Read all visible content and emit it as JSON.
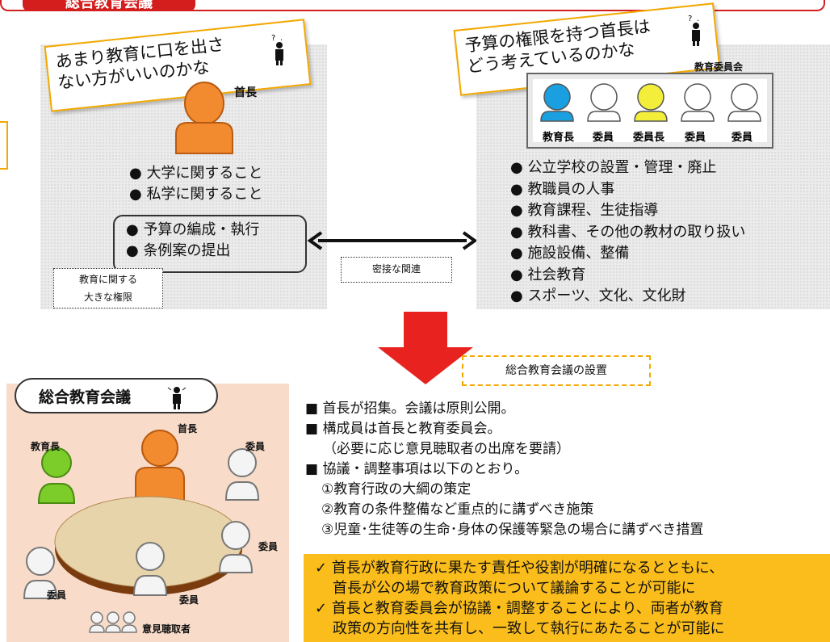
{
  "banner": {
    "title": "総合教育会議"
  },
  "left_bubble": {
    "line1": "あまり教育に口を出さ",
    "line2": "ない方がいいのかな"
  },
  "right_bubble": {
    "line1": "予算の権限を持つ首長は",
    "line2": "どう考えているのかな"
  },
  "mayor": {
    "label": "首長"
  },
  "mayor_items": [
    "大学に関すること",
    "私学に関すること"
  ],
  "budget_items": [
    "予算の編成・執行",
    "条例案の提出"
  ],
  "power_note": {
    "line1": "教育に関する",
    "line2": "大きな権限"
  },
  "relation": {
    "label": "密接な関連"
  },
  "board": {
    "title": "教育委員会",
    "members": [
      {
        "label": "教育長",
        "color": "#1aa0e0"
      },
      {
        "label": "委員",
        "color": "#ffffff"
      },
      {
        "label": "委員長",
        "color": "#f2ee3a"
      },
      {
        "label": "委員",
        "color": "#ffffff"
      },
      {
        "label": "委員",
        "color": "#ffffff"
      }
    ],
    "items": [
      "公立学校の設置・管理・廃止",
      "教職員の人事",
      "教育課程、生徒指導",
      "教科書、その他の教材の取り扱い",
      "施設設備、整備",
      "社会教育",
      "スポーツ、文化、文化財"
    ]
  },
  "setup": {
    "label": "総合教育会議の設置"
  },
  "meeting": {
    "title": "総合教育会議",
    "labels": {
      "mayor": "首長",
      "superintendent": "教育長",
      "member_tr": "委員",
      "member_r": "委員",
      "member_l": "委員",
      "member_b": "委員",
      "listeners": "意見聴取者"
    }
  },
  "info": {
    "p1": "首長が招集。会議は原則公開。",
    "p2": "構成員は首長と教育委員会。",
    "p2_note": "（必要に応じ意見聴取者の出席を要請）",
    "p3": "協議・調整事項は以下のとおり。",
    "sub": [
      "①教育行政の大綱の策定",
      "②教育の条件整備など重点的に講ずべき施策",
      "③児童･生徒等の生命･身体の保護等緊急の場合に講ずべき措置"
    ]
  },
  "benefits": [
    {
      "line1": "首長が教育行政に果たす責任や役割が明確になるとともに、",
      "line2": "首長が公の場で教育政策について議論することが可能に"
    },
    {
      "line1": "首長と教育委員会が協議・調整することにより、両者が教育",
      "line2": "政策の方向性を共有し、一致して執行にあたることが可能に"
    }
  ],
  "colors": {
    "accent_red": "#d41e1e",
    "mayor_orange": "#f28a30",
    "superintendent_green": "#7ccd2a",
    "highlight_yellow": "#fbbd1b"
  }
}
